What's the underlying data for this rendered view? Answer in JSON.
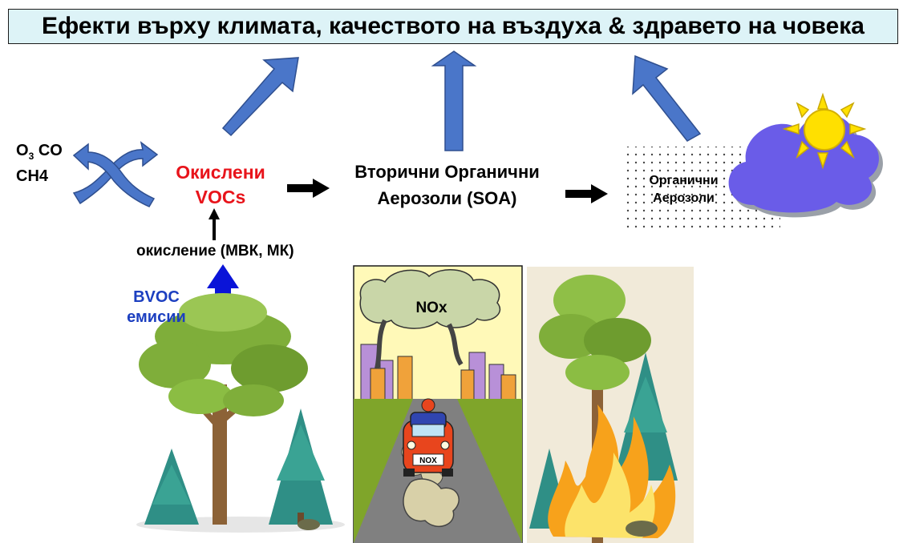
{
  "title": "Ефекти върху климата, качеството на въздуха & здравето на човека",
  "gases": {
    "o3": "O",
    "o3_sub": "3",
    "co": "CO",
    "ch4": "CH4"
  },
  "oxidized_vocs": {
    "line1": "Окислени",
    "line2": "VOCs"
  },
  "soa": {
    "line1": "Вторични Органични",
    "line2": "Аерозоли (SOA)"
  },
  "organic_aerosols": {
    "line1": "Органични",
    "line2": "Аерозоли"
  },
  "oxidation": "окисление (МВК, МК)",
  "bvoc": {
    "line1": "BVOC",
    "line2": "емисии"
  },
  "nox_cloud": "NOx",
  "car_plate": "NOX",
  "colors": {
    "title_bg": "#ddf3f7",
    "arrow_blue": "#4a76c9",
    "emission_arrow": "#0a14d8",
    "voc_red": "#e8141b",
    "bvoc_blue": "#1c3fc0",
    "cloud_purple": "#6a5ce8",
    "sun_yellow": "#ffe000",
    "flame_orange": "#f7a21b",
    "sky_yellow": "#fff9b8",
    "grass_green": "#7fa52a",
    "road_gray": "#808080",
    "car_red": "#e8451d"
  }
}
